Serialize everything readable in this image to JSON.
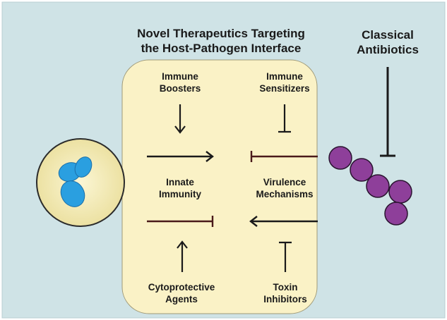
{
  "header": {
    "title_line1": "Novel Therapeutics Targeting",
    "title_line2": "the Host-Pathogen Interface",
    "classical_line1": "Classical",
    "classical_line2": "Antibiotics"
  },
  "labels": {
    "immune_boosters_1": "Immune",
    "immune_boosters_2": "Boosters",
    "immune_sensitizers_1": "Immune",
    "immune_sensitizers_2": "Sensitizers",
    "innate_immunity_1": "Innate",
    "innate_immunity_2": "Immunity",
    "virulence_1": "Virulence",
    "virulence_2": "Mechanisms",
    "cytoprotective_1": "Cytoprotective",
    "cytoprotective_2": "Agents",
    "toxin_1": "Toxin",
    "toxin_2": "Inhibitors"
  },
  "colors": {
    "background": "#cfe3e6",
    "box_fill": "#faf2c6",
    "cell_fill": "#f8f2c4",
    "nucleus": "#2a9fe0",
    "bacteria": "#8e3f9a",
    "inhibit_line": "#4a1a1a"
  }
}
